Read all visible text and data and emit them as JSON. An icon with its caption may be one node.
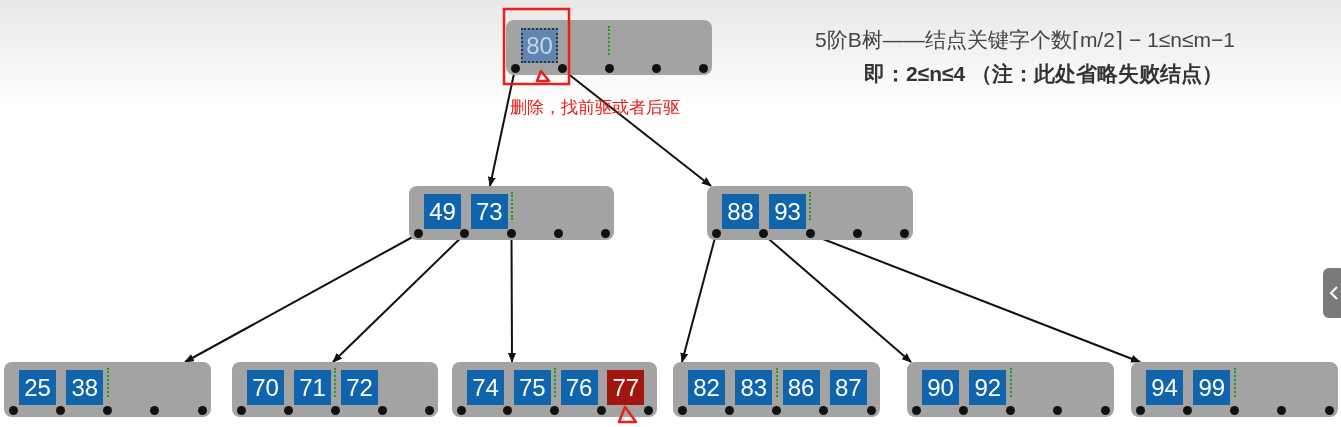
{
  "diagram": {
    "nodes": [
      {
        "text": [],
        "shape": "box"
      },
      {
        "text": [
          "80"
        ],
        "in": 0
      },
      {
        "text": [],
        "shape": "box"
      },
      {
        "text": [
          "49"
        ],
        "in": 2
      },
      {
        "text": [
          "73"
        ],
        "in": 2
      },
      {
        "text": [],
        "shape": "box"
      },
      {
        "text": [
          "88"
        ],
        "in": 5
      },
      {
        "text": [
          "93"
        ],
        "in": 5
      },
      {
        "text": [],
        "shape": "box"
      },
      {
        "text": [
          "25"
        ],
        "in": 8
      },
      {
        "text": [
          "38"
        ],
        "in": 8
      },
      {
        "text": [],
        "shape": "box"
      },
      {
        "text": [
          "70"
        ],
        "in": 11
      },
      {
        "text": [
          "71"
        ],
        "in": 11
      },
      {
        "text": [
          "72"
        ],
        "in": 11
      },
      {
        "text": [],
        "shape": "box"
      },
      {
        "text": [
          "74"
        ],
        "in": 15
      },
      {
        "text": [
          "75"
        ],
        "in": 15
      },
      {
        "text": [
          "76"
        ],
        "in": 15
      },
      {
        "text": [
          "77"
        ],
        "in": 15
      },
      {
        "text": [],
        "shape": "box"
      },
      {
        "text": [
          "82"
        ],
        "in": 20
      },
      {
        "text": [
          "83"
        ],
        "in": 20
      },
      {
        "text": [
          "86"
        ],
        "in": 20
      },
      {
        "text": [
          "87"
        ],
        "in": 20
      },
      {
        "text": [],
        "shape": "box"
      },
      {
        "text": [
          "90"
        ],
        "in": 25
      },
      {
        "text": [
          "92"
        ],
        "in": 25
      },
      {
        "text": [],
        "shape": "box"
      },
      {
        "text": [
          "94"
        ],
        "in": 28
      },
      {
        "text": [
          "99"
        ],
        "in": 28
      }
    ],
    "edges": [
      {
        "from": 0,
        "to": 2,
        "arrow": "to"
      },
      {
        "from": 0,
        "to": 5,
        "arrow": "to"
      },
      {
        "from": 2,
        "to": 8,
        "arrow": "to"
      },
      {
        "from": 2,
        "to": 11,
        "arrow": "to"
      },
      {
        "from": 2,
        "to": 15,
        "arrow": "to"
      },
      {
        "from": 5,
        "to": 20,
        "arrow": "to"
      },
      {
        "from": 5,
        "to": 25,
        "arrow": "to"
      },
      {
        "from": 5,
        "to": 28,
        "arrow": "to"
      }
    ],
    "labels": [
      "5阶B树——结点关键字个数⌈m/2⌉ − 1≤n≤m−1",
      "即：2≤n≤4 （注：此处省略失败结点）",
      "删除，找前驱或者后驱"
    ]
  }
}
